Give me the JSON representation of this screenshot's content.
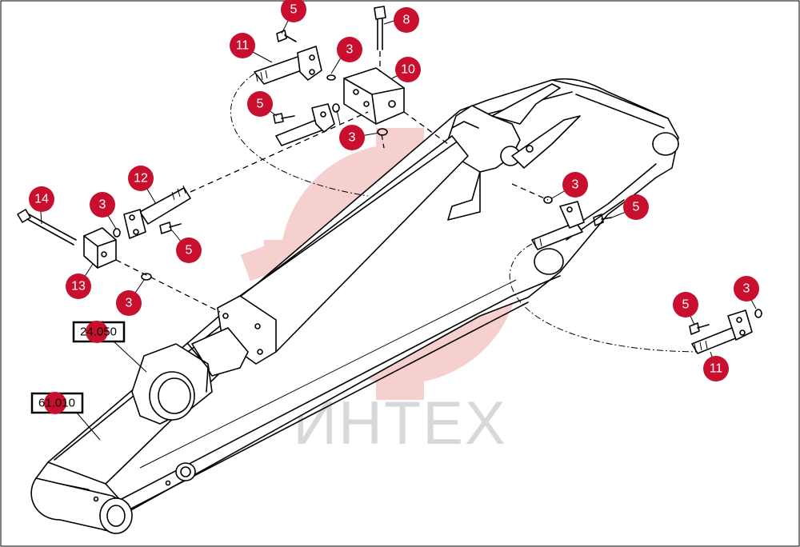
{
  "callouts": [
    {
      "label": "5"
    },
    {
      "label": "8"
    },
    {
      "label": "11"
    },
    {
      "label": "3"
    },
    {
      "label": "10"
    },
    {
      "label": "5"
    },
    {
      "label": "3"
    },
    {
      "label": "12"
    },
    {
      "label": "14"
    },
    {
      "label": "3"
    },
    {
      "label": "5"
    },
    {
      "label": "13"
    },
    {
      "label": "3"
    },
    {
      "label": "3"
    },
    {
      "label": "5"
    },
    {
      "label": "3"
    },
    {
      "label": "5"
    },
    {
      "label": "11"
    }
  ],
  "ref_boxes": [
    {
      "label": "24.050"
    },
    {
      "label": "61.010"
    }
  ],
  "watermark": {
    "text": "ИНТЕХ"
  },
  "colors": {
    "callout": "#c8102e",
    "watermark": "#d92b2b"
  }
}
